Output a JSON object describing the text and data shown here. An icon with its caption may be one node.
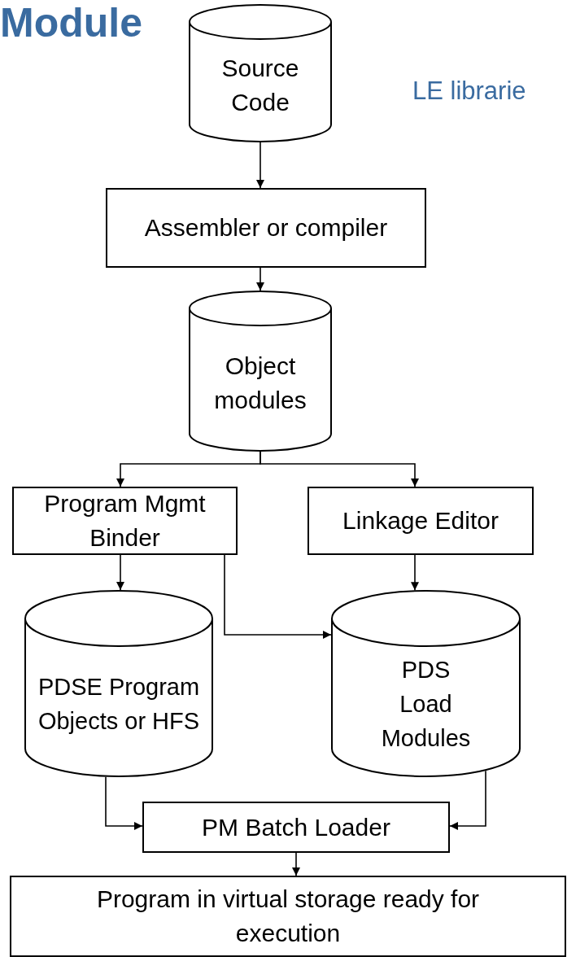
{
  "diagram": {
    "title": "Module",
    "nodes": [
      {
        "text": [
          "Source Code"
        ]
      },
      {
        "text": [
          "Assembler or compiler"
        ]
      },
      {
        "text": [
          "Object modules"
        ]
      },
      {
        "text": [
          "Program Mgmt Binder"
        ]
      },
      {
        "text": [
          "Linkage Editor"
        ]
      },
      {
        "text": [
          "PDSE Program Objects or HFS"
        ]
      },
      {
        "text": [
          "PDS Load Modules"
        ]
      },
      {
        "text": [
          "PM Batch Loader"
        ]
      },
      {
        "text": [
          "Program in virtual storage ready for execution"
        ]
      }
    ],
    "edges": [
      {
        "from": 0,
        "to": 1,
        "arrow": "to"
      },
      {
        "from": 1,
        "to": 2,
        "arrow": "to"
      },
      {
        "from": 2,
        "to": 3,
        "arrow": "to"
      },
      {
        "from": 2,
        "to": 4,
        "arrow": "to"
      },
      {
        "from": 3,
        "to": 5,
        "arrow": "to"
      },
      {
        "from": 3,
        "to": 6,
        "arrow": "to"
      },
      {
        "from": 4,
        "to": 6,
        "arrow": "to"
      },
      {
        "from": 5,
        "to": 7,
        "arrow": "to"
      },
      {
        "from": 6,
        "to": 7,
        "arrow": "to"
      },
      {
        "from": 7,
        "to": 8,
        "arrow": "to"
      }
    ],
    "labels": [
      "LE librarie"
    ]
  }
}
